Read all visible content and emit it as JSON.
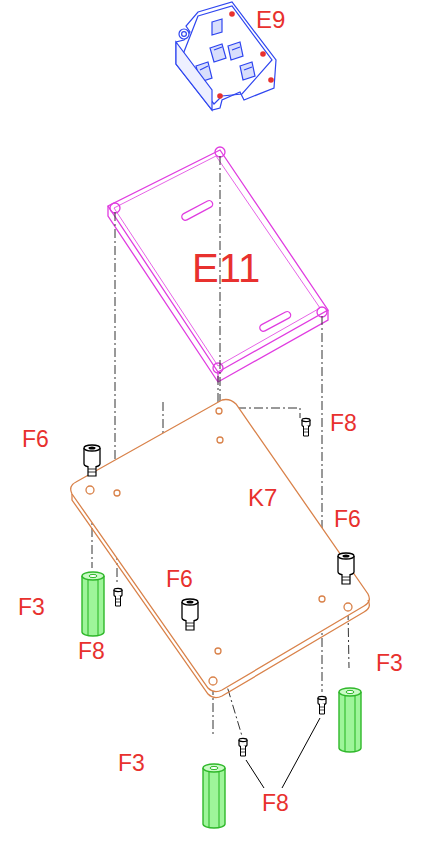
{
  "diagram": {
    "labels": [
      "E9",
      "E11",
      "F6",
      "F8",
      "K7",
      "F6",
      "F3",
      "F6",
      "F8",
      "F3",
      "F3",
      "F8"
    ]
  }
}
